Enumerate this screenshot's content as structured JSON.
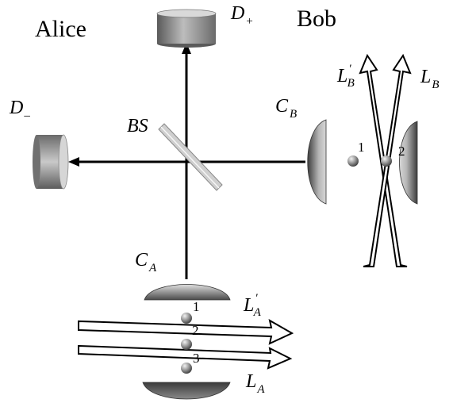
{
  "parties": {
    "alice": "Alice",
    "bob": "Bob"
  },
  "detectors": {
    "plus": {
      "symbol": "D",
      "sub": "+"
    },
    "minus": {
      "symbol": "D",
      "sub": "–"
    }
  },
  "beam_splitter": "BS",
  "cavities": {
    "a": {
      "symbol": "C",
      "sub": "A"
    },
    "b": {
      "symbol": "C",
      "sub": "B"
    }
  },
  "lasers": {
    "la": {
      "symbol": "L",
      "sub": "A",
      "prime": ""
    },
    "la_prime": {
      "symbol": "L",
      "sub": "A",
      "prime": "′"
    },
    "lb": {
      "symbol": "L",
      "sub": "B",
      "prime": ""
    },
    "lb_prime": {
      "symbol": "L",
      "sub": "B",
      "prime": "′"
    }
  },
  "atoms": {
    "alice": [
      "1",
      "2",
      "3"
    ],
    "bob": [
      "1",
      "2"
    ]
  }
}
